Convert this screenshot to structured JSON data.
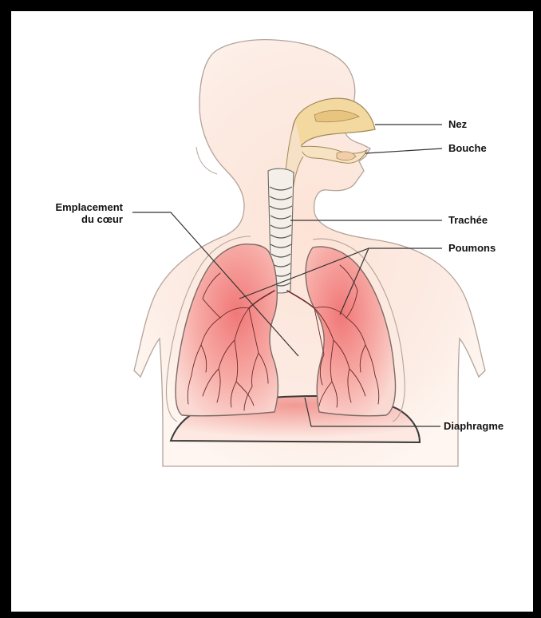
{
  "diagram": {
    "labels": {
      "nose": "Nez",
      "mouth": "Bouche",
      "trachea": "Trachée",
      "lungs": "Poumons",
      "heart_line1": "Emplacement",
      "heart_line2": "du cœur",
      "diaphragm": "Diaphragme"
    },
    "colors": {
      "frame": "#000000",
      "background": "#ffffff",
      "skin": "#fbe9df",
      "body_outline": "#9b8c84",
      "lung_fill": "#f28c8c",
      "bronchi": "#6b2a2a",
      "nasal_cavity": "#f3d9a0",
      "diaphragm_fill": "#f4a6a0",
      "leader_line": "#333333"
    }
  }
}
